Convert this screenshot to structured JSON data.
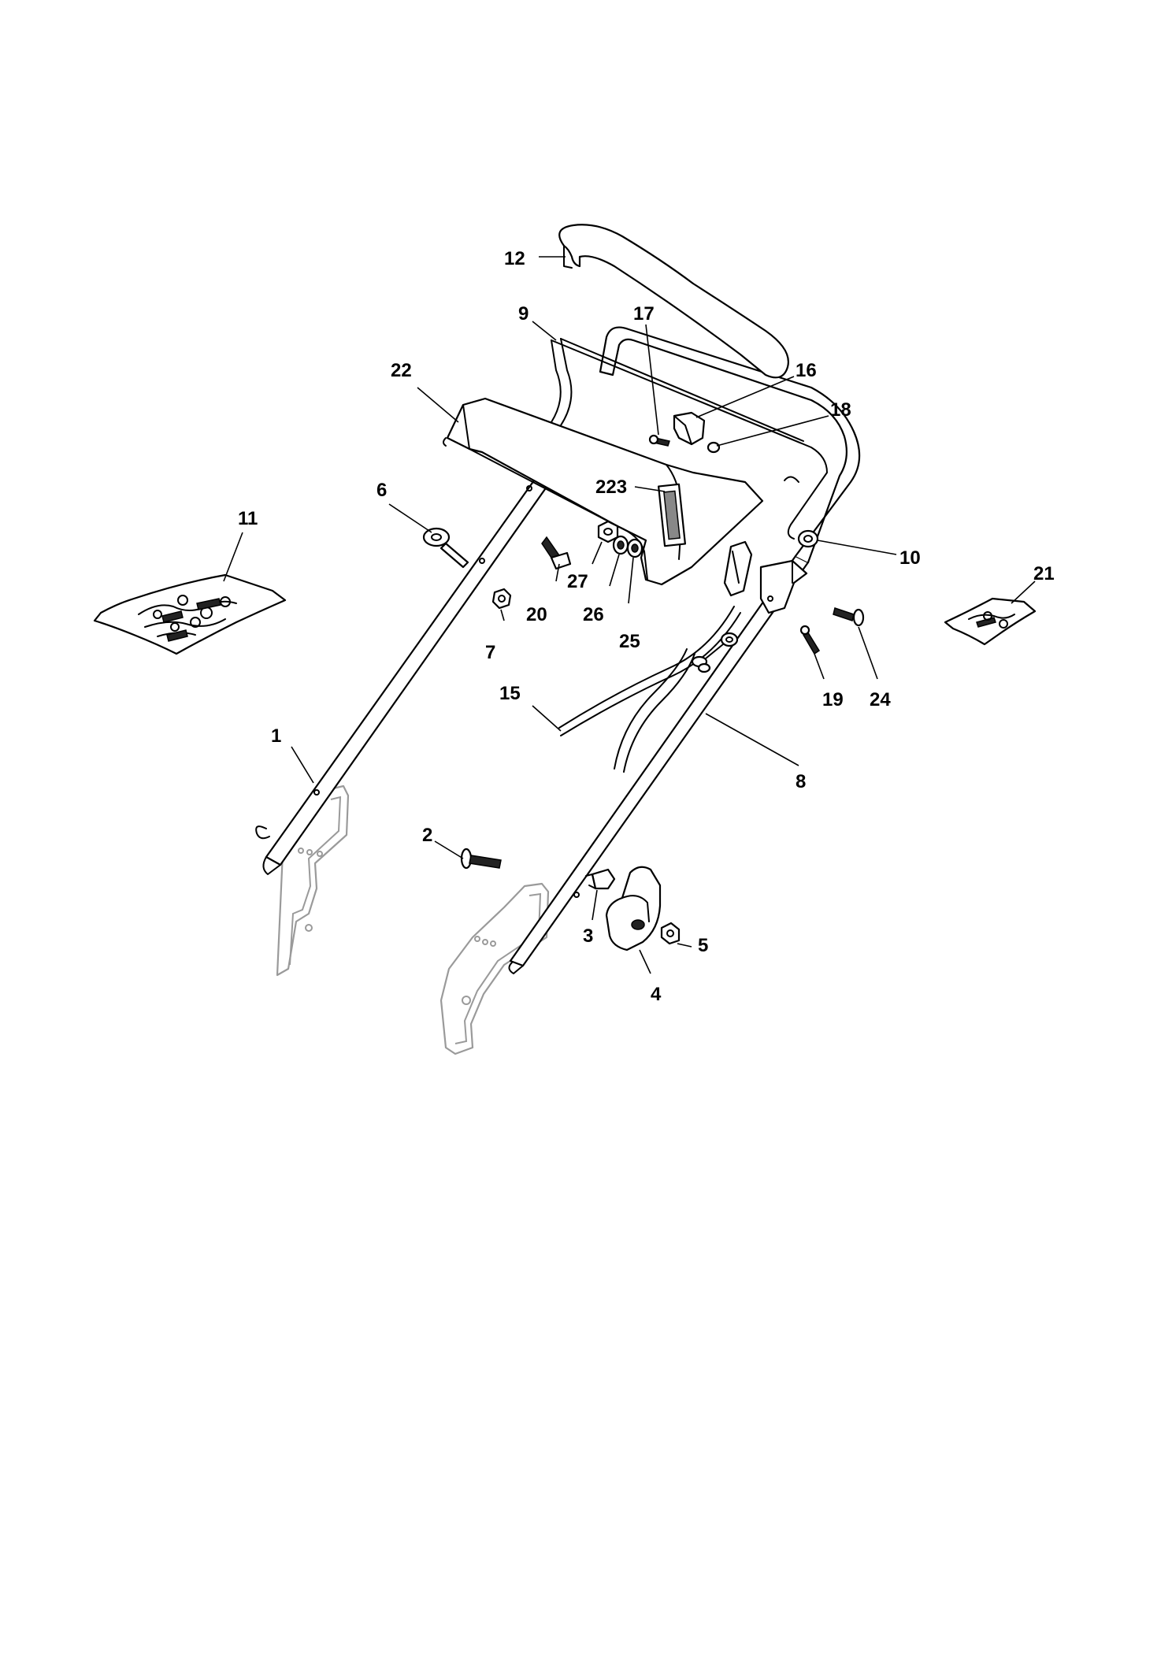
{
  "diagram": {
    "callouts": [
      {
        "id": "1",
        "label": "1"
      },
      {
        "id": "2",
        "label": "2"
      },
      {
        "id": "3",
        "label": "3"
      },
      {
        "id": "4",
        "label": "4"
      },
      {
        "id": "5",
        "label": "5"
      },
      {
        "id": "6",
        "label": "6"
      },
      {
        "id": "7",
        "label": "7"
      },
      {
        "id": "8",
        "label": "8"
      },
      {
        "id": "9",
        "label": "9"
      },
      {
        "id": "10",
        "label": "10"
      },
      {
        "id": "11",
        "label": "11"
      },
      {
        "id": "12",
        "label": "12"
      },
      {
        "id": "15",
        "label": "15"
      },
      {
        "id": "16",
        "label": "16"
      },
      {
        "id": "17",
        "label": "17"
      },
      {
        "id": "18",
        "label": "18"
      },
      {
        "id": "19",
        "label": "19"
      },
      {
        "id": "20",
        "label": "20"
      },
      {
        "id": "21",
        "label": "21"
      },
      {
        "id": "22",
        "label": "22"
      },
      {
        "id": "223",
        "label": "223"
      },
      {
        "id": "24",
        "label": "24"
      },
      {
        "id": "25",
        "label": "25"
      },
      {
        "id": "26",
        "label": "26"
      },
      {
        "id": "27",
        "label": "27"
      }
    ]
  }
}
